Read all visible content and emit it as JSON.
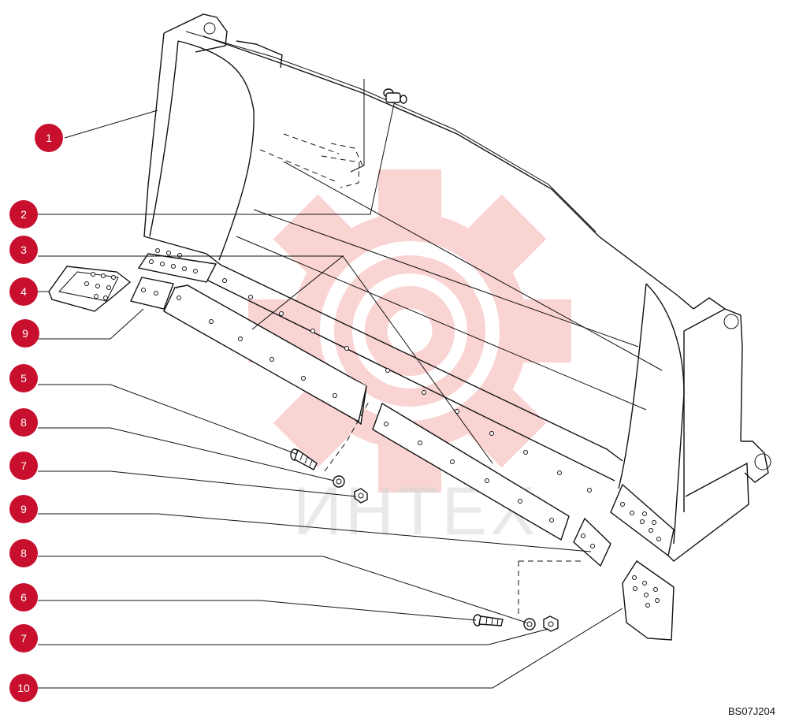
{
  "callouts": [
    {
      "label": "1"
    },
    {
      "label": "2"
    },
    {
      "label": "3"
    },
    {
      "label": "4"
    },
    {
      "label": "9"
    },
    {
      "label": "5"
    },
    {
      "label": "8"
    },
    {
      "label": "7"
    },
    {
      "label": "9"
    },
    {
      "label": "8"
    },
    {
      "label": "6"
    },
    {
      "label": "7"
    },
    {
      "label": "10"
    }
  ],
  "drawing_code": "BS07J204",
  "watermark_text": "ИНТЕХ",
  "colors": {
    "callout": "#c8102e",
    "watermark": "#f4b8b8"
  }
}
